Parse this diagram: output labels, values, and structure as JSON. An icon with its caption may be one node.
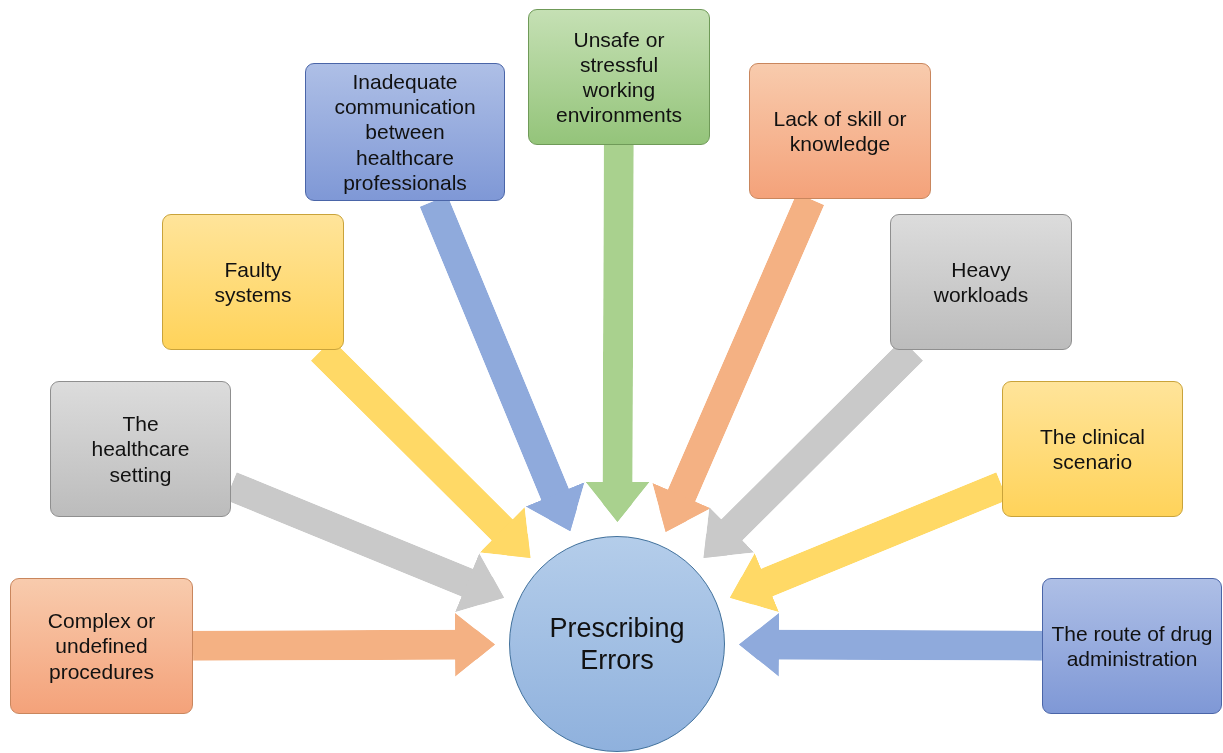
{
  "diagram": {
    "nodes": [
      {
        "text": [
          "Prescribing Errors"
        ]
      },
      {
        "text": [
          "Complex or undefined procedures"
        ]
      },
      {
        "text": [
          "The healthcare setting"
        ]
      },
      {
        "text": [
          "Faulty systems"
        ]
      },
      {
        "text": [
          "Inadequate communication between healthcare professionals"
        ]
      },
      {
        "text": [
          "Unsafe or stressful working environments"
        ]
      },
      {
        "text": [
          "Lack of skill or knowledge"
        ]
      },
      {
        "text": [
          "Heavy workloads"
        ]
      },
      {
        "text": [
          "The clinical scenario"
        ]
      },
      {
        "text": [
          "The route of drug administration"
        ]
      }
    ],
    "edges": [
      {
        "from": 1,
        "to": 0,
        "arrow": "to",
        "color": "#f4b183"
      },
      {
        "from": 2,
        "to": 0,
        "arrow": "to",
        "color": "#c9c9c9"
      },
      {
        "from": 3,
        "to": 0,
        "arrow": "to",
        "color": "#ffd966"
      },
      {
        "from": 4,
        "to": 0,
        "arrow": "to",
        "color": "#8faadc"
      },
      {
        "from": 5,
        "to": 0,
        "arrow": "to",
        "color": "#a9d18e"
      },
      {
        "from": 6,
        "to": 0,
        "arrow": "to",
        "color": "#f4b183"
      },
      {
        "from": 7,
        "to": 0,
        "arrow": "to",
        "color": "#c9c9c9"
      },
      {
        "from": 8,
        "to": 0,
        "arrow": "to",
        "color": "#ffd966"
      },
      {
        "from": 9,
        "to": 0,
        "arrow": "to",
        "color": "#8faadc"
      }
    ]
  }
}
